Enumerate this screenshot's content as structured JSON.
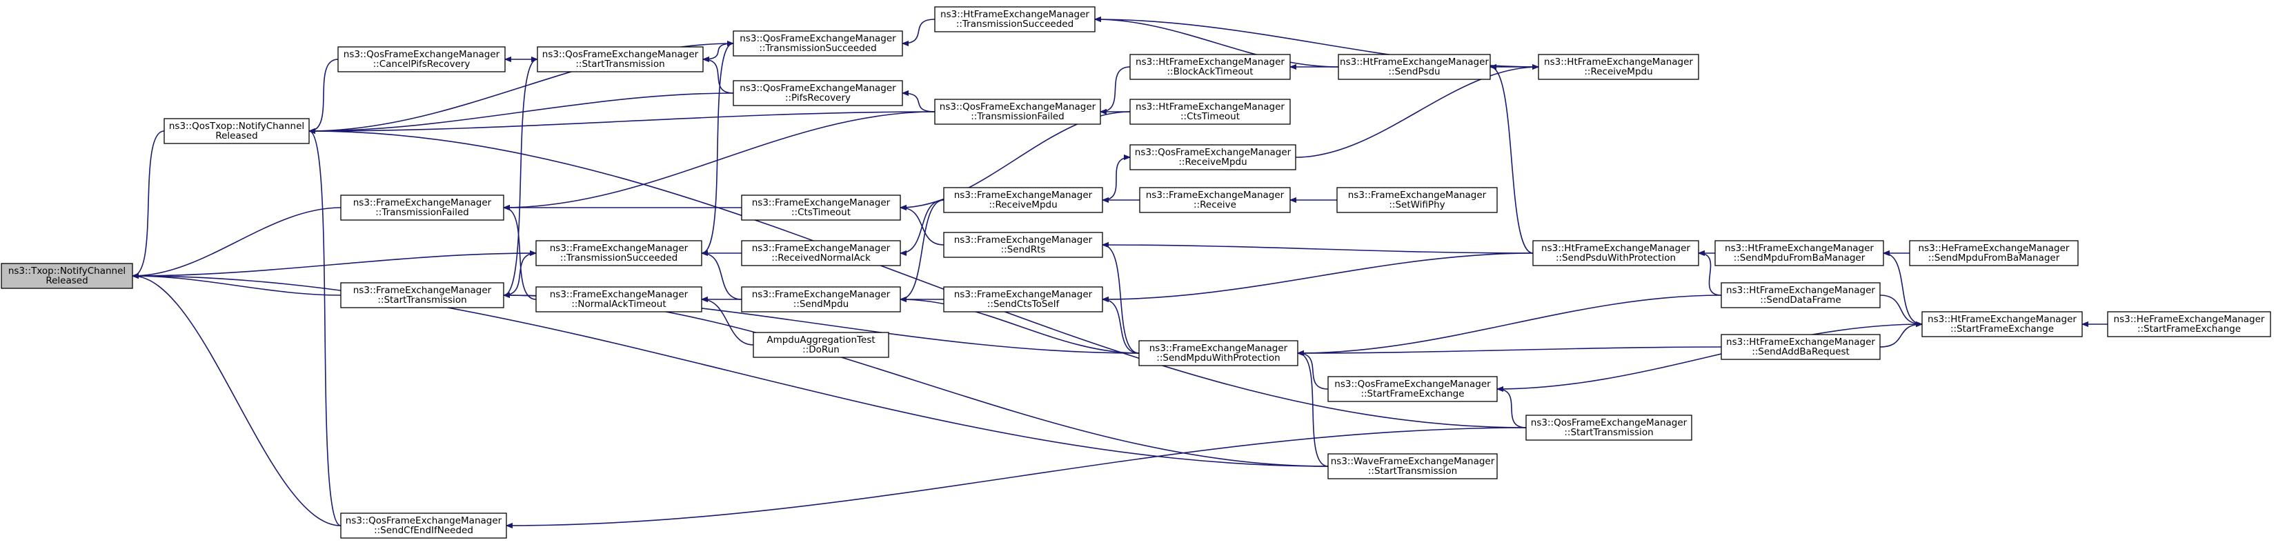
{
  "graph": {
    "colors": {
      "edge": "#191970",
      "root_fill": "#bfbfbf",
      "node_fill": "#ffffff",
      "node_border": "#000000"
    },
    "nodes": [
      {
        "id": "txop_ncr",
        "lines": [
          "ns3::Txop::NotifyChannel",
          "Released"
        ],
        "root": true
      },
      {
        "id": "qtxop_ncr",
        "lines": [
          "ns3::QosTxop::NotifyChannel",
          "Released"
        ]
      },
      {
        "id": "q_cpr",
        "lines": [
          "ns3::QosFrameExchangeManager",
          "::CancelPifsRecovery"
        ]
      },
      {
        "id": "q_st1",
        "lines": [
          "ns3::QosFrameExchangeManager",
          "::StartTransmission"
        ]
      },
      {
        "id": "q_ts",
        "lines": [
          "ns3::QosFrameExchangeManager",
          "::TransmissionSucceeded"
        ]
      },
      {
        "id": "q_pr",
        "lines": [
          "ns3::QosFrameExchangeManager",
          "::PifsRecovery"
        ]
      },
      {
        "id": "ht_ts",
        "lines": [
          "ns3::HtFrameExchangeManager",
          "::TransmissionSucceeded"
        ]
      },
      {
        "id": "q_tf",
        "lines": [
          "ns3::QosFrameExchangeManager",
          "::TransmissionFailed"
        ]
      },
      {
        "id": "ht_bat",
        "lines": [
          "ns3::HtFrameExchangeManager",
          "::BlockAckTimeout"
        ]
      },
      {
        "id": "ht_cts",
        "lines": [
          "ns3::HtFrameExchangeManager",
          "::CtsTimeout"
        ]
      },
      {
        "id": "ht_sp",
        "lines": [
          "ns3::HtFrameExchangeManager",
          "::SendPsdu"
        ]
      },
      {
        "id": "ht_rm",
        "lines": [
          "ns3::HtFrameExchangeManager",
          "::ReceiveMpdu"
        ]
      },
      {
        "id": "q_rm",
        "lines": [
          "ns3::QosFrameExchangeManager",
          "::ReceiveMpdu"
        ]
      },
      {
        "id": "f_tf",
        "lines": [
          "ns3::FrameExchangeManager",
          "::TransmissionFailed"
        ]
      },
      {
        "id": "f_cto",
        "lines": [
          "ns3::FrameExchangeManager",
          "::CtsTimeout"
        ]
      },
      {
        "id": "f_rm",
        "lines": [
          "ns3::FrameExchangeManager",
          "::ReceiveMpdu"
        ]
      },
      {
        "id": "f_recv",
        "lines": [
          "ns3::FrameExchangeManager",
          "::Receive"
        ]
      },
      {
        "id": "f_swp",
        "lines": [
          "ns3::FrameExchangeManager",
          "::SetWifiPhy"
        ]
      },
      {
        "id": "f_ts",
        "lines": [
          "ns3::FrameExchangeManager",
          "::TransmissionSucceeded"
        ]
      },
      {
        "id": "f_rna",
        "lines": [
          "ns3::FrameExchangeManager",
          "::ReceivedNormalAck"
        ]
      },
      {
        "id": "f_srts",
        "lines": [
          "ns3::FrameExchangeManager",
          "::SendRts"
        ]
      },
      {
        "id": "ht_spwp",
        "lines": [
          "ns3::HtFrameExchangeManager",
          "::SendPsduWithProtection"
        ]
      },
      {
        "id": "ht_smfb",
        "lines": [
          "ns3::HtFrameExchangeManager",
          "::SendMpduFromBaManager"
        ]
      },
      {
        "id": "he_smfb",
        "lines": [
          "ns3::HeFrameExchangeManager",
          "::SendMpduFromBaManager"
        ]
      },
      {
        "id": "f_st",
        "lines": [
          "ns3::FrameExchangeManager",
          "::StartTransmission"
        ]
      },
      {
        "id": "f_nat",
        "lines": [
          "ns3::FrameExchangeManager",
          "::NormalAckTimeout"
        ]
      },
      {
        "id": "f_sm",
        "lines": [
          "ns3::FrameExchangeManager",
          "::SendMpdu"
        ]
      },
      {
        "id": "f_scts",
        "lines": [
          "ns3::FrameExchangeManager",
          "::SendCtsToSelf"
        ]
      },
      {
        "id": "ht_sdf",
        "lines": [
          "ns3::HtFrameExchangeManager",
          "::SendDataFrame"
        ]
      },
      {
        "id": "ht_sfe",
        "lines": [
          "ns3::HtFrameExchangeManager",
          "::StartFrameExchange"
        ]
      },
      {
        "id": "he_sfe",
        "lines": [
          "ns3::HeFrameExchangeManager",
          "::StartFrameExchange"
        ]
      },
      {
        "id": "ampdu",
        "lines": [
          "AmpduAggregationTest",
          "::DoRun"
        ]
      },
      {
        "id": "f_smwp",
        "lines": [
          "ns3::FrameExchangeManager",
          "::SendMpduWithProtection"
        ]
      },
      {
        "id": "ht_sabr",
        "lines": [
          "ns3::HtFrameExchangeManager",
          "::SendAddBaRequest"
        ]
      },
      {
        "id": "q_sfe",
        "lines": [
          "ns3::QosFrameExchangeManager",
          "::StartFrameExchange"
        ]
      },
      {
        "id": "q_st2",
        "lines": [
          "ns3::QosFrameExchangeManager",
          "::StartTransmission"
        ]
      },
      {
        "id": "w_st",
        "lines": [
          "ns3::WaveFrameExchangeManager",
          "::StartTransmission"
        ]
      },
      {
        "id": "q_scfe",
        "lines": [
          "ns3::QosFrameExchangeManager",
          "::SendCfEndIfNeeded"
        ]
      }
    ],
    "edges": [
      [
        "qtxop_ncr",
        "txop_ncr"
      ],
      [
        "f_tf",
        "txop_ncr"
      ],
      [
        "f_ts",
        "txop_ncr"
      ],
      [
        "f_st",
        "txop_ncr"
      ],
      [
        "w_st",
        "txop_ncr"
      ],
      [
        "q_scfe",
        "txop_ncr"
      ],
      [
        "q_cpr",
        "qtxop_ncr"
      ],
      [
        "q_ts",
        "qtxop_ncr"
      ],
      [
        "q_pr",
        "qtxop_ncr"
      ],
      [
        "q_tf",
        "qtxop_ncr"
      ],
      [
        "q_st2",
        "qtxop_ncr"
      ],
      [
        "q_scfe",
        "qtxop_ncr"
      ],
      [
        "q_st1",
        "q_cpr"
      ],
      [
        "q_ts",
        "q_st1"
      ],
      [
        "q_pr",
        "q_st1"
      ],
      [
        "f_st",
        "q_st1"
      ],
      [
        "ht_ts",
        "q_ts"
      ],
      [
        "f_ts",
        "q_ts"
      ],
      [
        "ht_sp",
        "ht_ts"
      ],
      [
        "ht_rm",
        "ht_ts"
      ],
      [
        "q_tf",
        "q_pr"
      ],
      [
        "ht_bat",
        "q_tf"
      ],
      [
        "ht_cts",
        "q_tf"
      ],
      [
        "ht_sp",
        "ht_bat"
      ],
      [
        "ht_rm",
        "ht_sp"
      ],
      [
        "ht_spwp",
        "ht_sp"
      ],
      [
        "q_rm",
        "ht_rm"
      ],
      [
        "f_rm",
        "q_rm"
      ],
      [
        "q_tf",
        "f_tf"
      ],
      [
        "f_cto",
        "f_tf"
      ],
      [
        "f_nat",
        "f_tf"
      ],
      [
        "ht_cts",
        "f_cto"
      ],
      [
        "f_srts",
        "f_cto"
      ],
      [
        "f_recv",
        "f_rm"
      ],
      [
        "f_swp",
        "f_recv"
      ],
      [
        "f_rna",
        "f_ts"
      ],
      [
        "f_sm",
        "f_ts"
      ],
      [
        "f_rm",
        "f_rna"
      ],
      [
        "ht_spwp",
        "f_srts"
      ],
      [
        "f_smwp",
        "f_srts"
      ],
      [
        "ht_smfb",
        "ht_spwp"
      ],
      [
        "ht_sdf",
        "ht_spwp"
      ],
      [
        "he_smfb",
        "ht_smfb"
      ],
      [
        "ht_sfe",
        "ht_smfb"
      ],
      [
        "he_sfe",
        "ht_sfe"
      ],
      [
        "ht_sdf",
        "ht_sfe"
      ],
      [
        "ht_sabr",
        "ht_sfe"
      ],
      [
        "q_sfe",
        "ht_sfe"
      ],
      [
        "f_st",
        "f_ts"
      ],
      [
        "f_smwp",
        "f_st"
      ],
      [
        "w_st",
        "f_st"
      ],
      [
        "f_sm",
        "f_nat"
      ],
      [
        "ampdu",
        "f_nat"
      ],
      [
        "f_scts",
        "f_sm"
      ],
      [
        "f_smwp",
        "f_sm"
      ],
      [
        "f_rm",
        "f_sm"
      ],
      [
        "ht_spwp",
        "f_scts"
      ],
      [
        "f_smwp",
        "f_scts"
      ],
      [
        "ht_sdf",
        "f_smwp"
      ],
      [
        "ht_sabr",
        "f_smwp"
      ],
      [
        "q_sfe",
        "f_smwp"
      ],
      [
        "w_st",
        "f_smwp"
      ],
      [
        "q_st2",
        "q_sfe"
      ],
      [
        "q_st2",
        "q_scfe"
      ]
    ]
  }
}
